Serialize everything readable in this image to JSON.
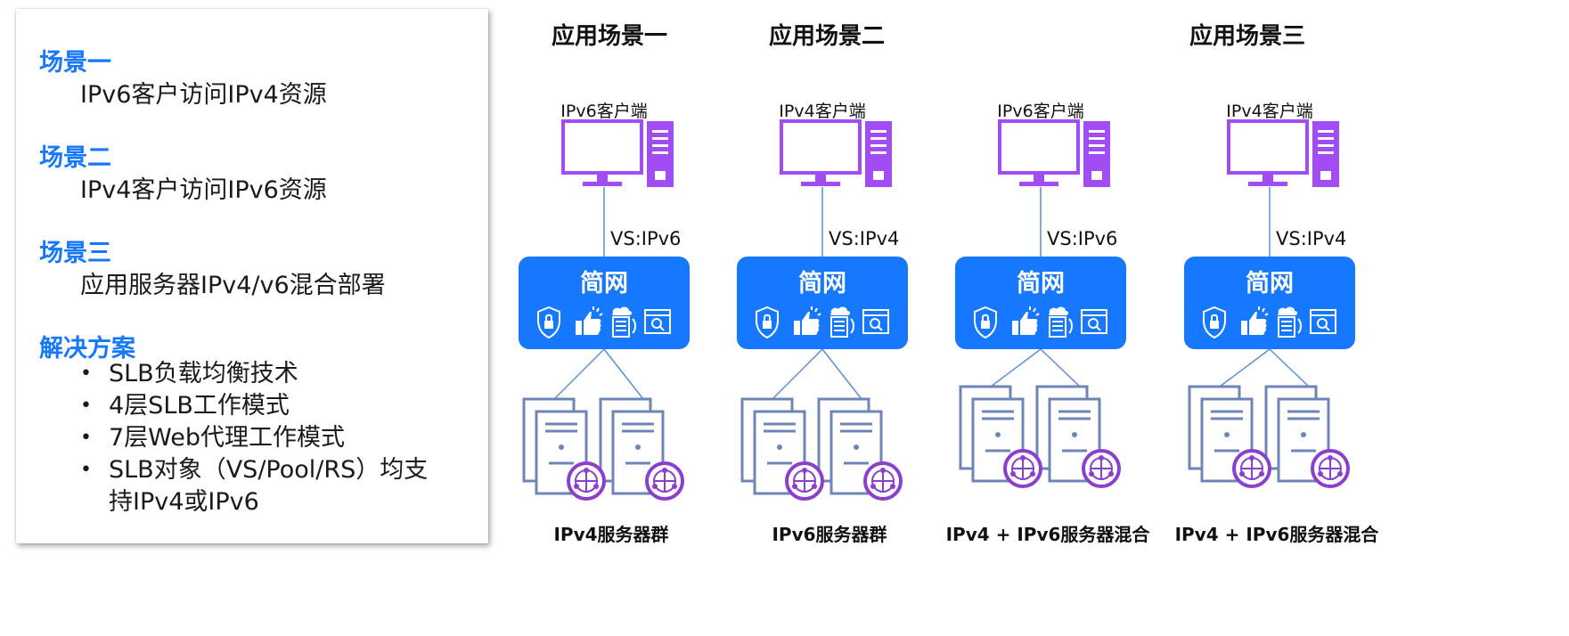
{
  "left_panel": {
    "scenarios": [
      {
        "title": "场景一",
        "desc": "IPv6客户访问IPv4资源"
      },
      {
        "title": "场景二",
        "desc": "IPv4客户访问IPv6资源"
      },
      {
        "title": "场景三",
        "desc": "应用服务器IPv4/v6混合部署"
      }
    ],
    "solution_title": "解决方案",
    "bullets": [
      "SLB负载均衡技术",
      "4层SLB工作模式",
      "7层Web代理工作模式",
      "SLB对象（VS/Pool/RS）均支持IPv4或IPv6"
    ],
    "bullet_char": "•"
  },
  "diagram": {
    "scene_titles": [
      "应用场景一",
      "应用场景二",
      "应用场景三"
    ],
    "columns": [
      {
        "client": "IPv6客户端",
        "vs": "VS:IPv6",
        "gateway": "简网",
        "servers": "IPv4服务器群"
      },
      {
        "client": "IPv4客户端",
        "vs": "VS:IPv4",
        "gateway": "简网",
        "servers": "IPv6服务器群"
      },
      {
        "client": "IPv6客户端",
        "vs": "VS:IPv6",
        "gateway": "简网",
        "servers": "IPv4 + IPv6服务器混合"
      },
      {
        "client": "IPv4客户端",
        "vs": "VS:IPv4",
        "gateway": "简网",
        "servers": "IPv4 + IPv6服务器混合"
      }
    ],
    "gateway_icons": [
      "shield-lock-icon",
      "thumbs-up-icon",
      "server-cloud-icon",
      "browser-search-icon"
    ],
    "colors": {
      "accent": "#1677ff",
      "computer": "#a24cf5",
      "server_outline": "#6e86b6",
      "globe": "#8a3fd1",
      "line": "#5b8fd6"
    }
  }
}
